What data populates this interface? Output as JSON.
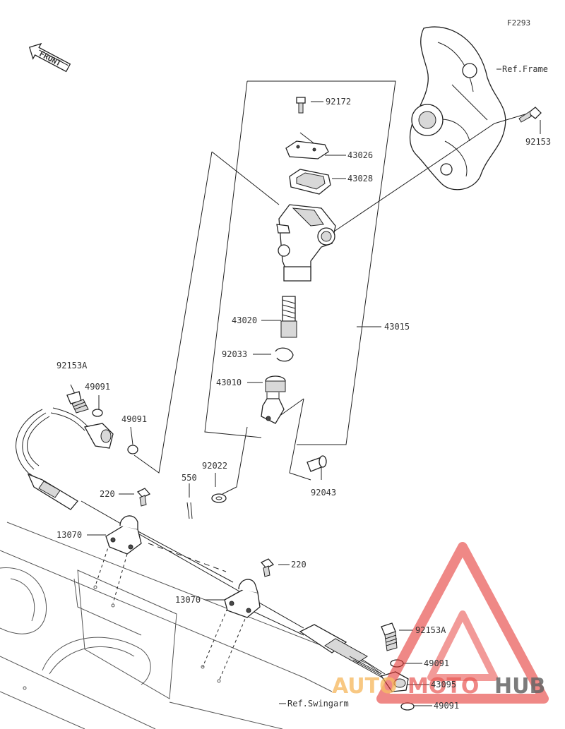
{
  "diagram_code": "F2293",
  "front_label": "FRONT",
  "references": {
    "frame": "Ref.Frame",
    "swingarm": "Ref.Swingarm"
  },
  "parts": {
    "p92172": "92172",
    "p43026": "43026",
    "p43028": "43028",
    "p92153_top": "92153",
    "p43020": "43020",
    "p43015": "43015",
    "p92033": "92033",
    "p43010": "43010",
    "p92153A_left": "92153A",
    "p49091_left1": "49091",
    "p49091_left2": "49091",
    "p550": "550",
    "p92022": "92022",
    "p92043": "92043",
    "p220_left": "220",
    "p13070_left": "13070",
    "p220_right": "220",
    "p13070_right": "13070",
    "p92153A_right": "92153A",
    "p49091_right1": "49091",
    "p43095": "43095",
    "p49091_right2": "49091"
  },
  "watermark": {
    "auto": "AUTO",
    "moto": "MOTO",
    "hub": "HUB",
    "colors": {
      "triangle": "#e53935",
      "auto": "#f5b04a",
      "moto": "#e53935",
      "hub": "#4a4a4a"
    }
  }
}
